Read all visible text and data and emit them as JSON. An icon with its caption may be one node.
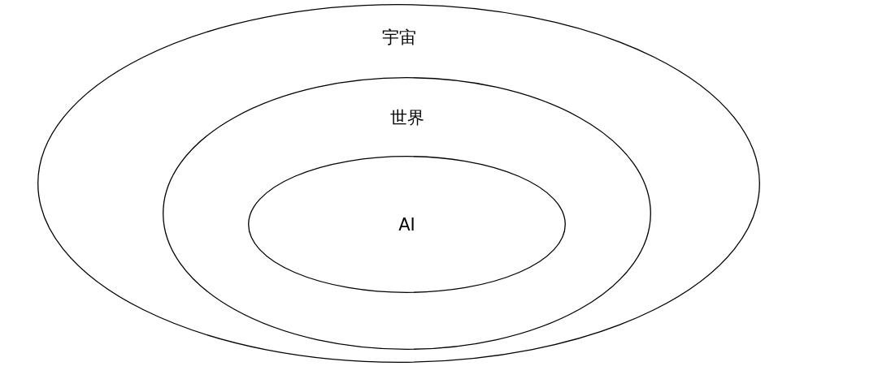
{
  "diagram": {
    "nodes": [
      {
        "text": [
          "宇宙"
        ]
      },
      {
        "text": [
          "世界"
        ],
        "in": 0
      },
      {
        "text": [
          "AI"
        ],
        "in": 1
      }
    ]
  }
}
